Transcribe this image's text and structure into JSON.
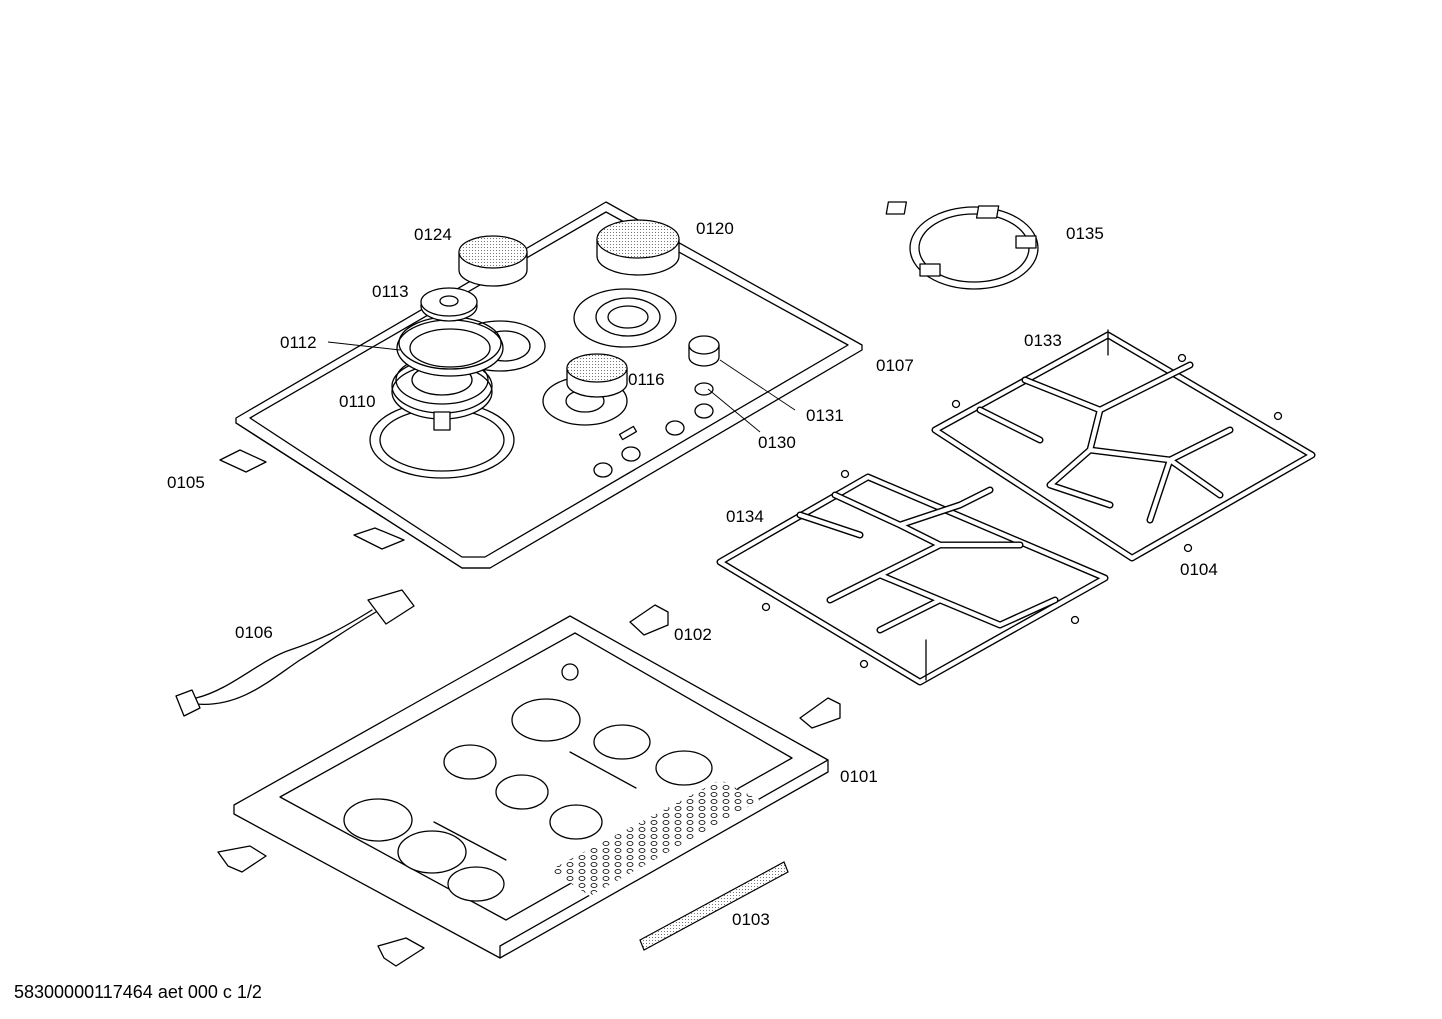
{
  "labels": {
    "p0101": "0101",
    "p0102": "0102",
    "p0103": "0103",
    "p0104": "0104",
    "p0105": "0105",
    "p0106": "0106",
    "p0107": "0107",
    "p0110": "0110",
    "p0112": "0112",
    "p0113": "0113",
    "p0116": "0116",
    "p0120": "0120",
    "p0124": "0124",
    "p0130": "0130",
    "p0131": "0131",
    "p0133": "0133",
    "p0134": "0134",
    "p0135": "0135"
  },
  "footer": {
    "doc_number": "58300000117464 aet 000 c 1/2"
  }
}
